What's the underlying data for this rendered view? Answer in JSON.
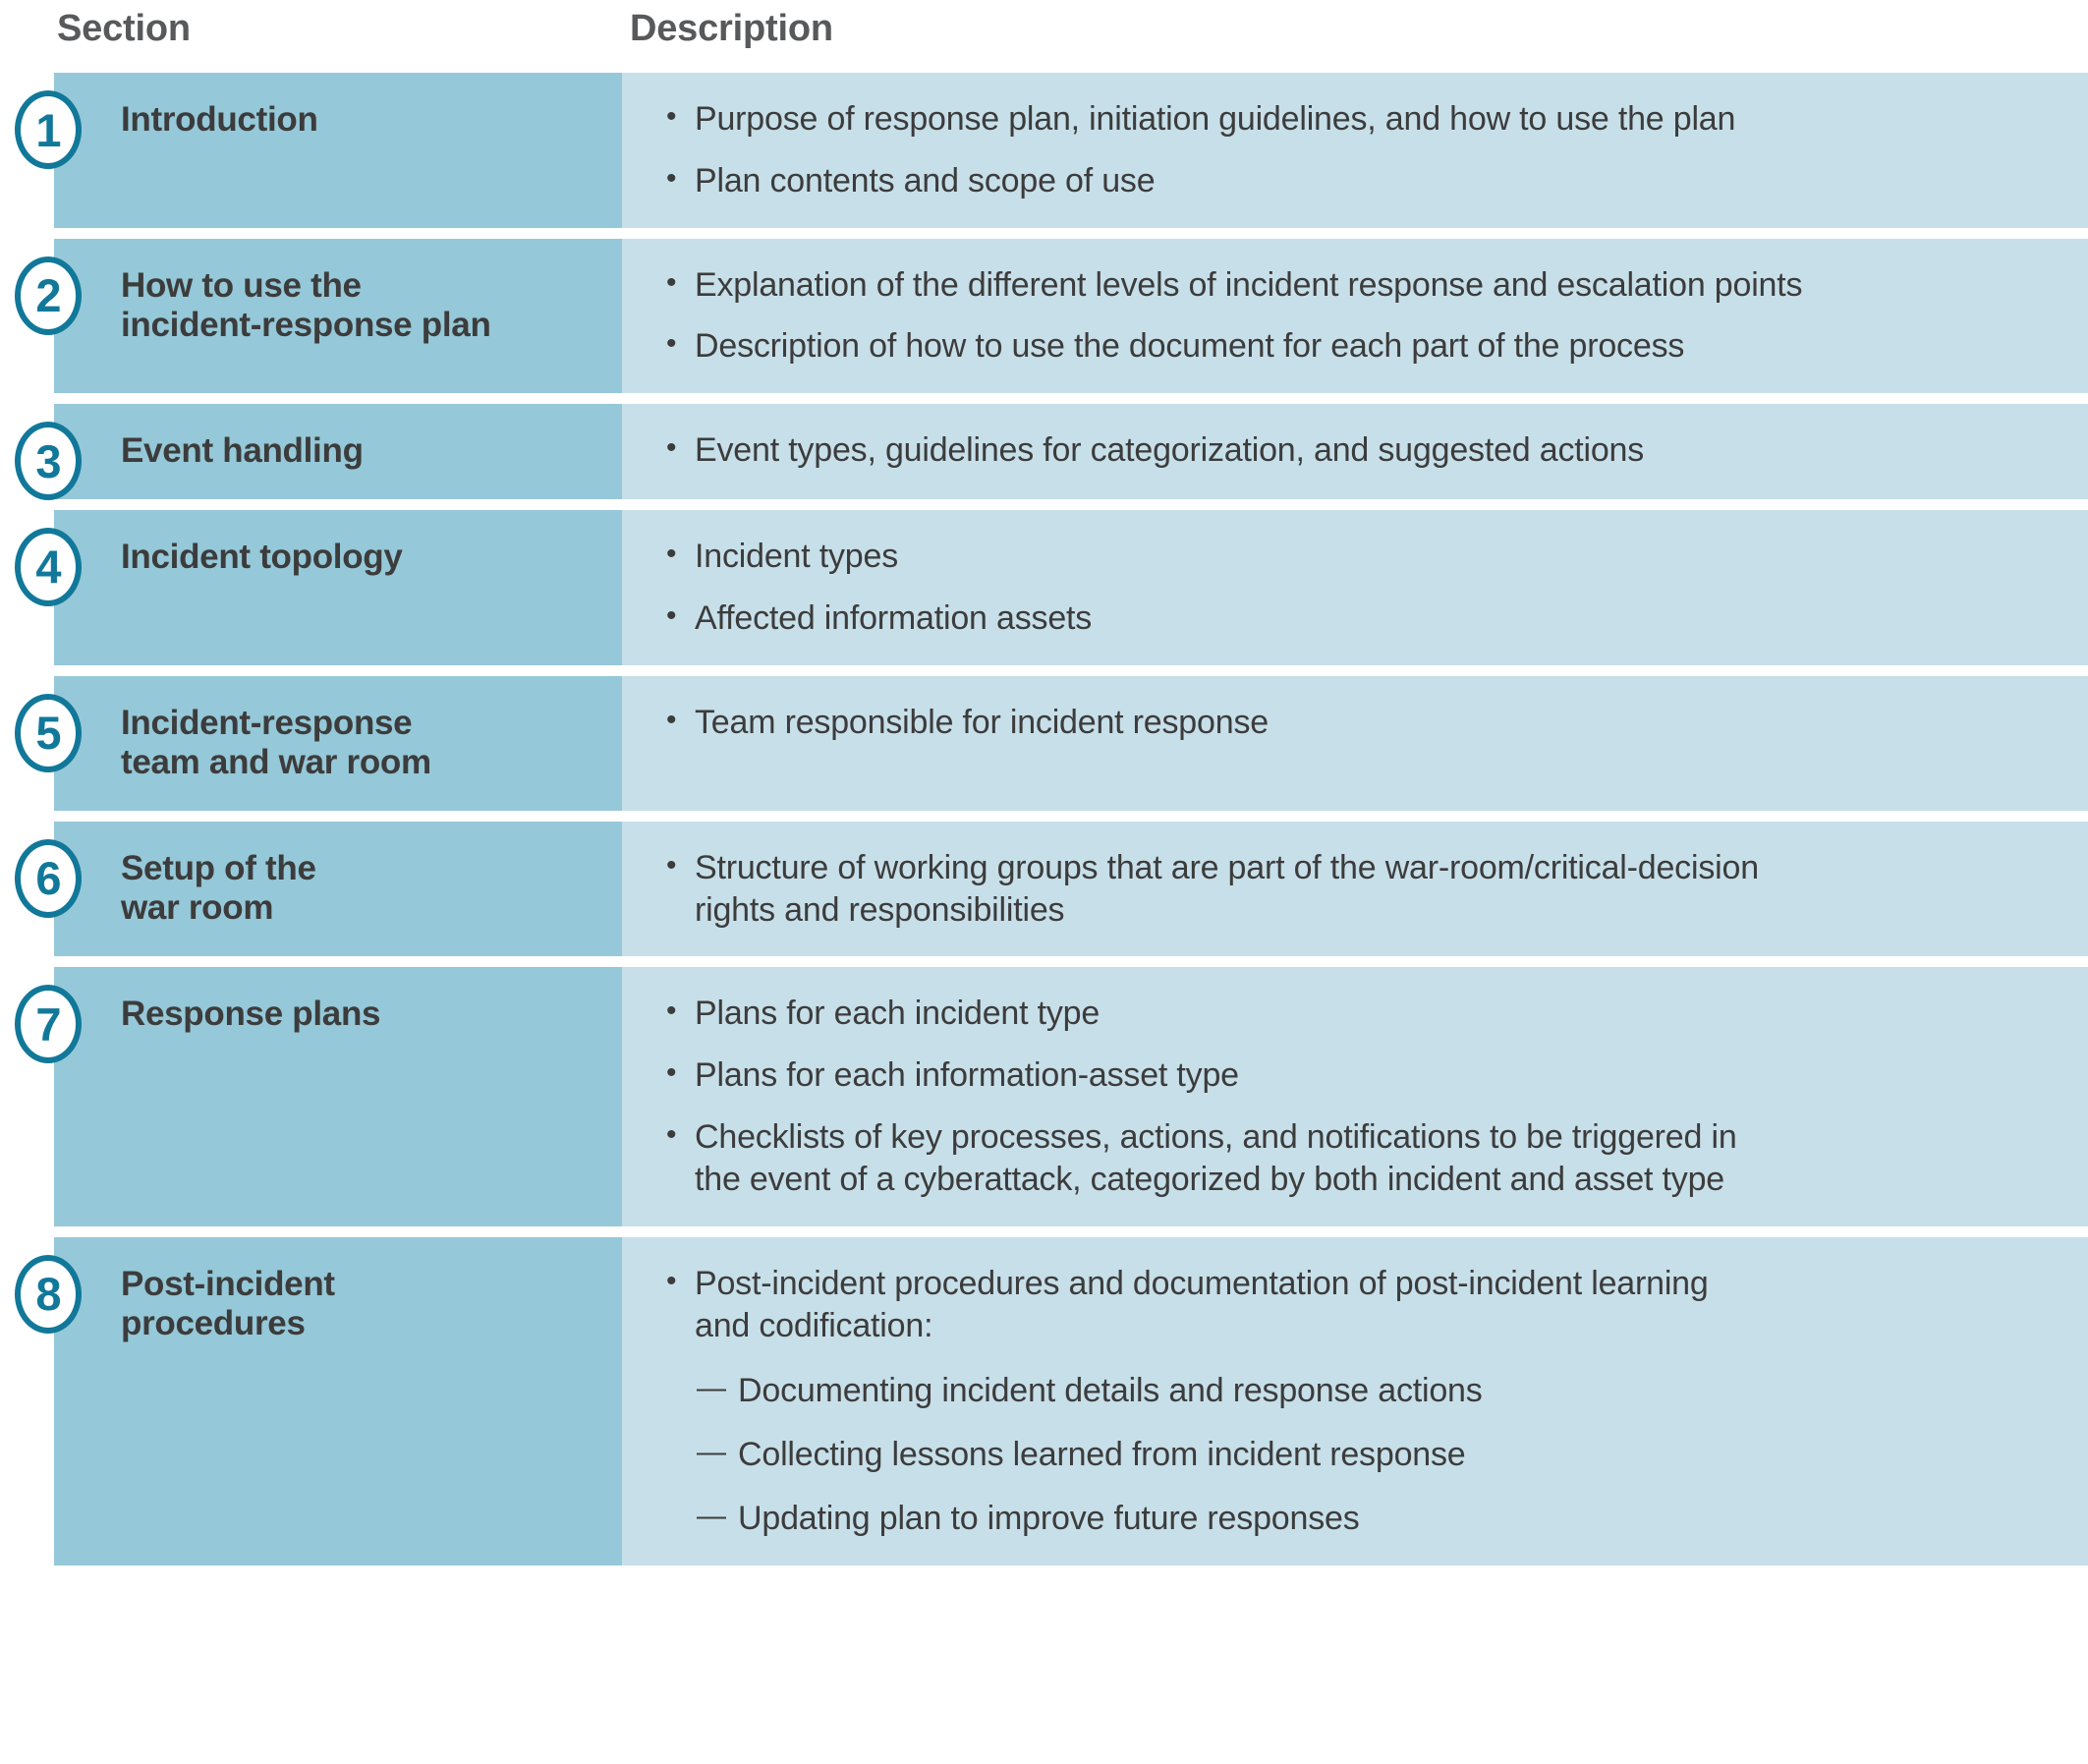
{
  "header": {
    "col_section": "Section",
    "col_description": "Description"
  },
  "colors": {
    "section_bg": "#95c8d8",
    "description_bg": "#c7dfe9",
    "badge_accent": "#11789a",
    "text": "#3c3c3c",
    "header_text": "#58595b"
  },
  "rows": [
    {
      "number": "1",
      "title": "Introduction",
      "bullets": [
        {
          "text": "Purpose of response plan, initiation guidelines, and how to use the plan"
        },
        {
          "text": "Plan contents and scope of use"
        }
      ]
    },
    {
      "number": "2",
      "title": "How to use the\nincident-response plan",
      "bullets": [
        {
          "text": "Explanation of the different levels of incident response and escalation points"
        },
        {
          "text": "Description of how to use the document for each part of the process"
        }
      ]
    },
    {
      "number": "3",
      "title": "Event handling",
      "bullets": [
        {
          "text": "Event types, guidelines for categorization, and suggested actions"
        }
      ]
    },
    {
      "number": "4",
      "title": "Incident topology",
      "bullets": [
        {
          "text": "Incident types"
        },
        {
          "text": "Affected information assets"
        }
      ]
    },
    {
      "number": "5",
      "title": "Incident-response\nteam and war room",
      "bullets": [
        {
          "text": "Team responsible for incident response"
        }
      ]
    },
    {
      "number": "6",
      "title": "Setup of the\nwar room",
      "bullets": [
        {
          "text": "Structure of working groups that are part of the war-room/critical-decision\nrights and responsibilities"
        }
      ]
    },
    {
      "number": "7",
      "title": "Response plans",
      "bullets": [
        {
          "text": "Plans for each incident type"
        },
        {
          "text": "Plans for each information-asset type"
        },
        {
          "text": "Checklists of key processes, actions, and notifications to be triggered in\nthe event of a cyberattack, categorized by both incident and asset type"
        }
      ]
    },
    {
      "number": "8",
      "title": "Post-incident\nprocedures",
      "bullets": [
        {
          "text": "Post-incident procedures and documentation of post-incident learning\nand codification:",
          "subitems": [
            "Documenting incident details and response actions",
            "Collecting lessons learned from incident response",
            "Updating plan to improve future responses"
          ]
        }
      ]
    }
  ]
}
